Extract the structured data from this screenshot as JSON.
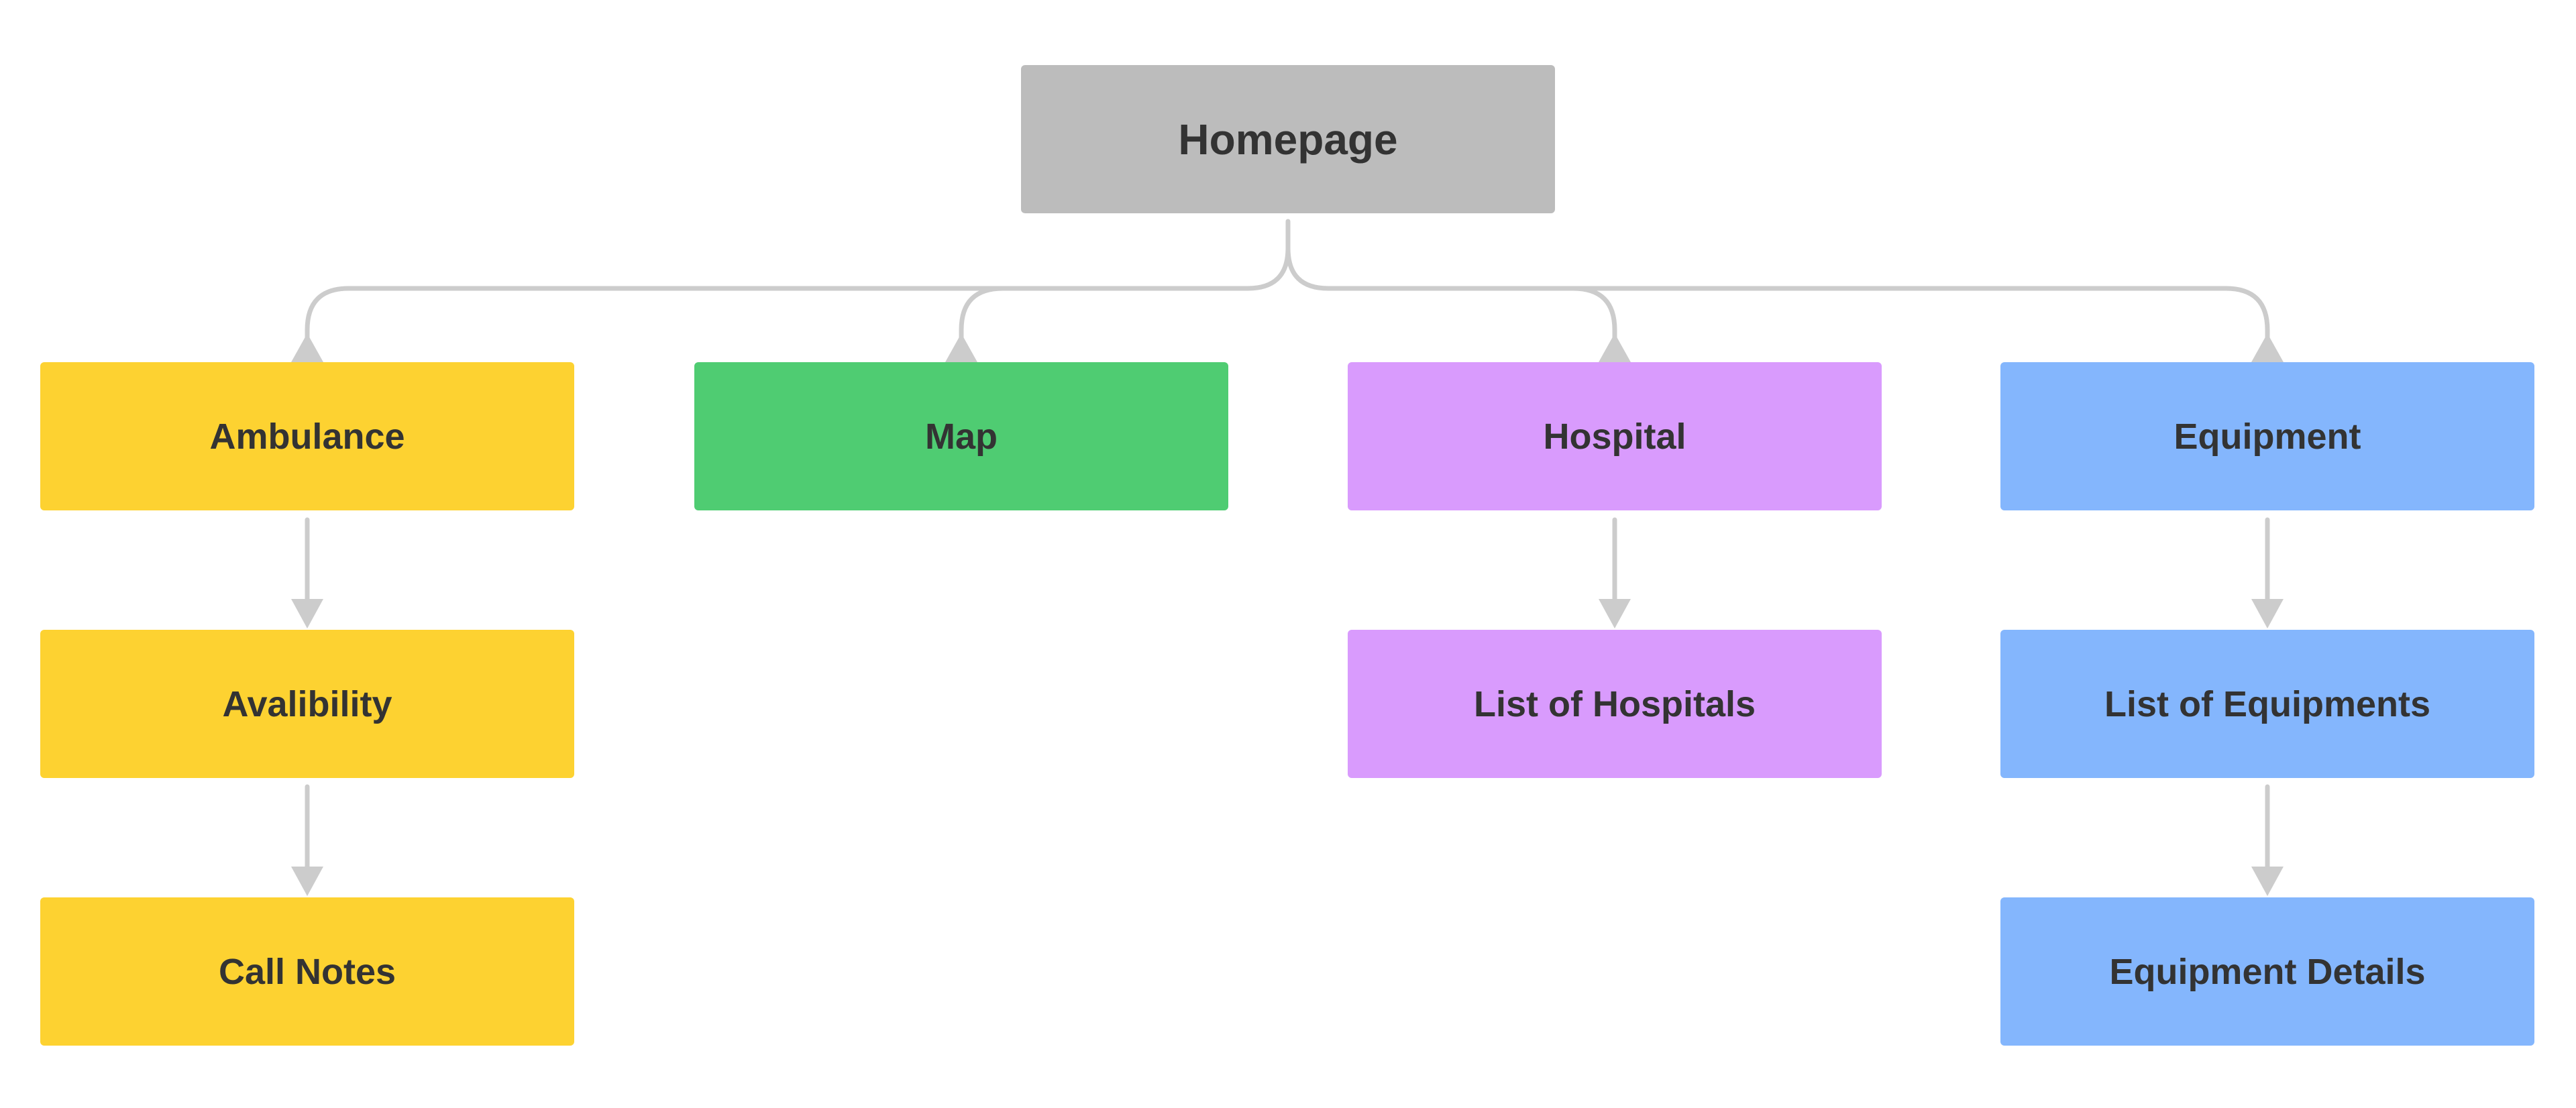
{
  "colors": {
    "root": "#bcbcbc",
    "ambulance": "#fdd231",
    "map": "#4fcc72",
    "hospital": "#d99bfd",
    "equipment": "#84b6fd",
    "connector": "#cccccc",
    "text": "#333333"
  },
  "nodes": {
    "homepage": "Homepage",
    "ambulance": "Ambulance",
    "map": "Map",
    "hospital": "Hospital",
    "equipment": "Equipment",
    "availability": "Avalibility",
    "call_notes": "Call Notes",
    "list_of_hospitals": "List of Hospitals",
    "list_of_equipments": "List of Equipments",
    "equipment_details": "Equipment Details"
  }
}
